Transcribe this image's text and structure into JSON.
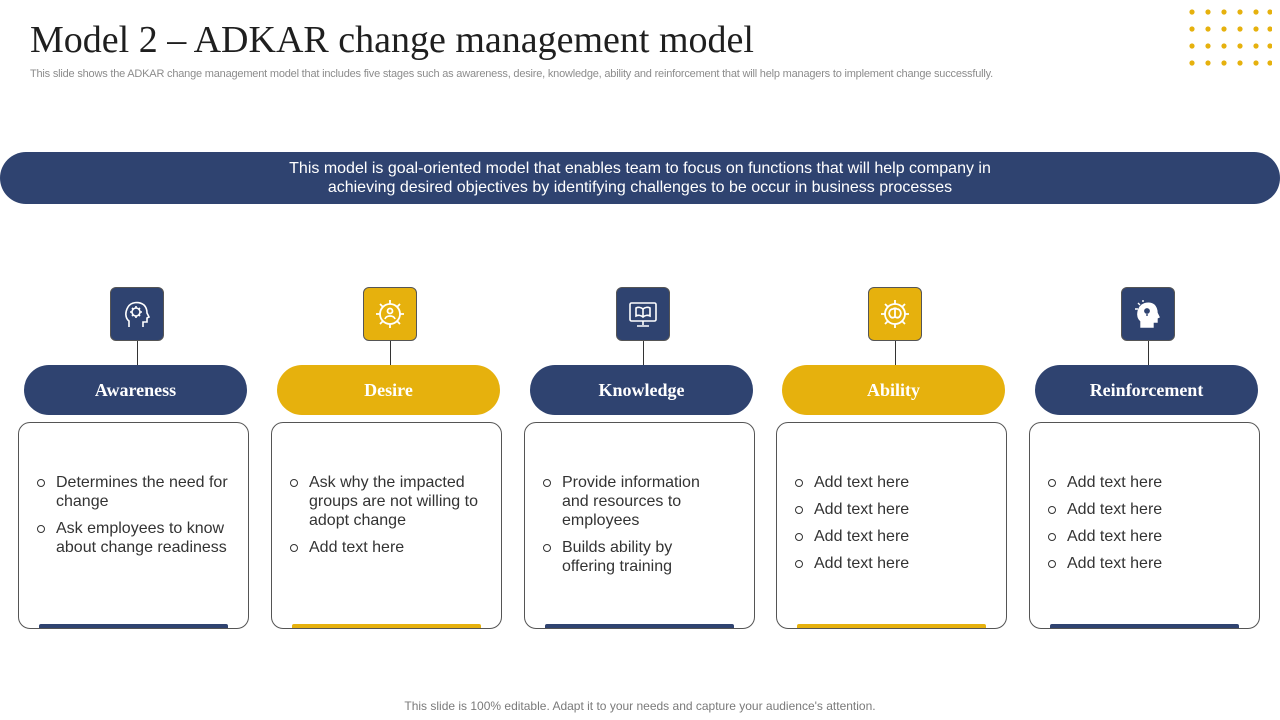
{
  "header": {
    "title": "Model 2 – ADKAR change management model",
    "subtitle": "This slide shows the ADKAR change management model that includes five stages such as awareness, desire, knowledge, ability and reinforcement that will help managers to implement change successfully."
  },
  "banner": {
    "text": "This model is goal-oriented model that enables team to focus on functions that will help company in achieving desired objectives by identifying challenges to be occur in business processes"
  },
  "colors": {
    "navy": "#2f4370",
    "gold": "#e6b10d"
  },
  "stages": [
    {
      "label": "Awareness",
      "color": "navy",
      "icon": "head-gear-icon",
      "bullets": [
        "Determines the need for change",
        "Ask employees to know about change readiness"
      ]
    },
    {
      "label": "Desire",
      "color": "gold",
      "icon": "gear-people-icon",
      "bullets": [
        "Ask why the impacted groups are not willing to adopt change",
        "Add text here"
      ]
    },
    {
      "label": "Knowledge",
      "color": "navy",
      "icon": "monitor-book-icon",
      "bullets": [
        "Provide information and resources to employees",
        "Builds ability by offering training"
      ]
    },
    {
      "label": "Ability",
      "color": "gold",
      "icon": "gear-brain-icon",
      "bullets": [
        "Add text here",
        "Add text here",
        "Add text here",
        "Add text here"
      ]
    },
    {
      "label": "Reinforcement",
      "color": "navy",
      "icon": "head-lightbulb-icon",
      "bullets": [
        "Add text here",
        "Add text here",
        "Add text here",
        "Add text here"
      ]
    }
  ],
  "footer": {
    "text": "This slide is 100% editable. Adapt it to your needs and capture your audience's attention."
  }
}
